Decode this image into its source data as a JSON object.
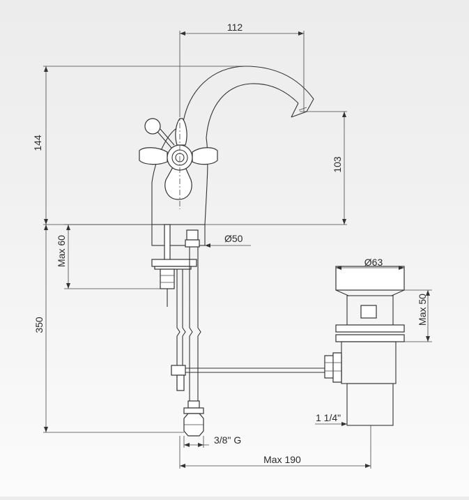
{
  "drawing": {
    "dimensions": {
      "spout_reach": "112",
      "total_height": "144",
      "spout_height": "103",
      "base_diameter": "Ø50",
      "max_deck": "Max 60",
      "hose_length": "350",
      "waste_diameter": "Ø63",
      "waste_max": "Max 50",
      "waste_thread": "1 1/4\"",
      "hose_thread": "3/8\" G",
      "max_reach": "Max 190"
    }
  }
}
